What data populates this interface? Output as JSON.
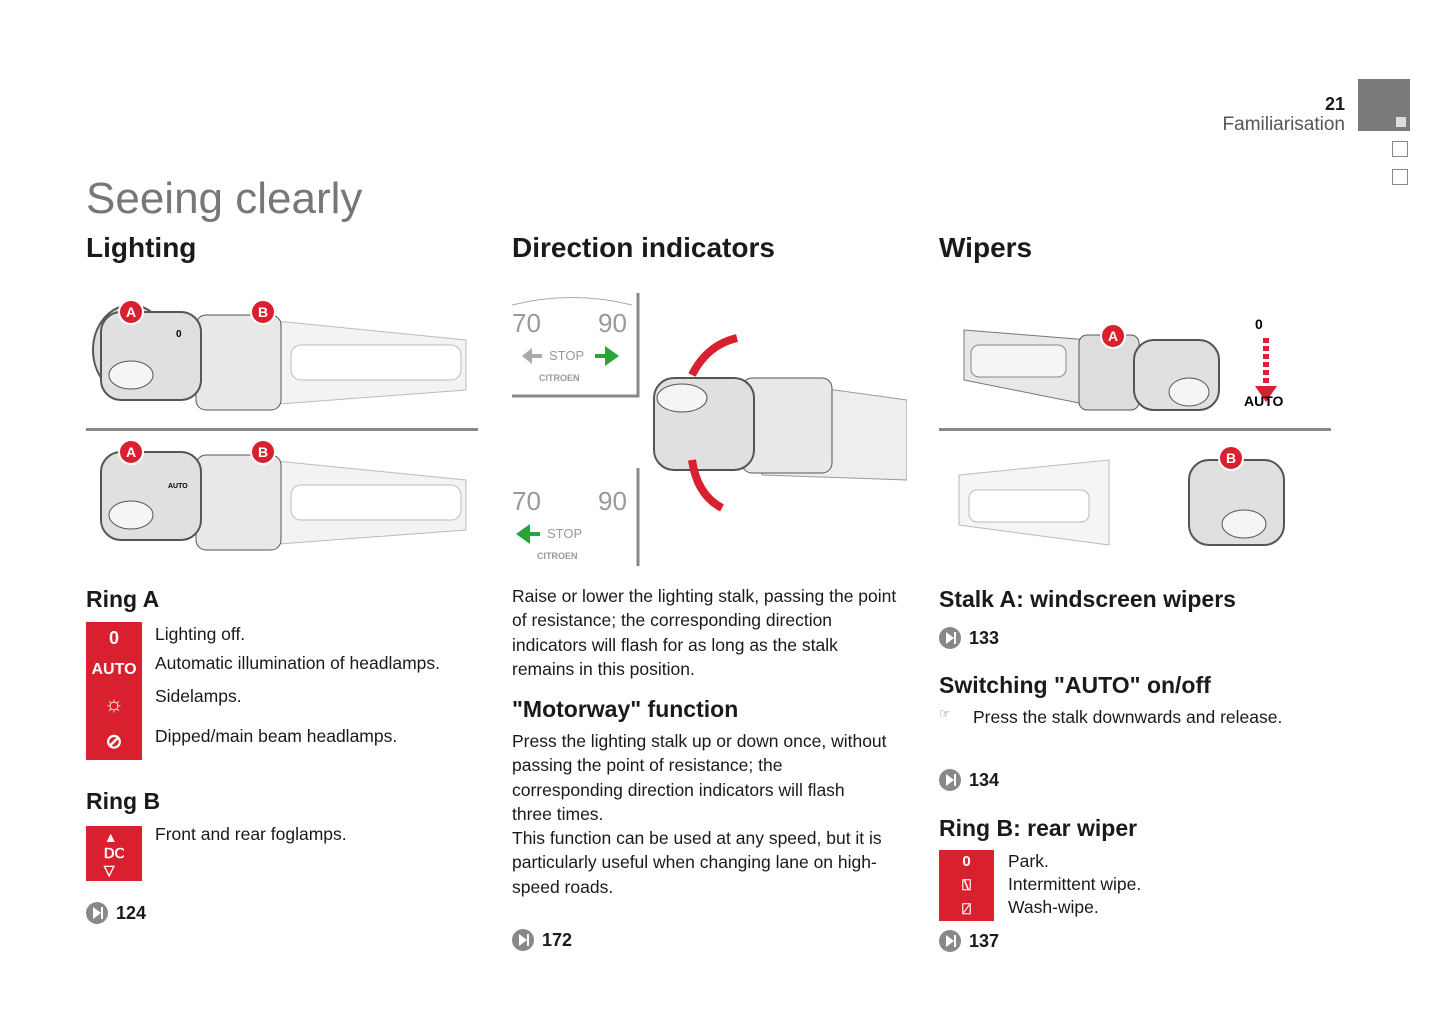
{
  "header": {
    "page_number": "21",
    "chapter": "Familiarisation"
  },
  "title": "Seeing clearly",
  "lighting": {
    "heading": "Lighting",
    "illustration": {
      "label_a": "A",
      "label_b": "B",
      "auto": "AUTO",
      "zero": "0"
    },
    "ring_a": {
      "heading": "Ring A",
      "items": [
        {
          "icon": "0",
          "text": "Lighting off."
        },
        {
          "icon": "AUTO",
          "text": "Automatic illumination of headlamps."
        },
        {
          "icon": "sidelamps-icon",
          "text": "Sidelamps."
        },
        {
          "icon": "headlamps-icon",
          "text": "Dipped/main beam headlamps."
        }
      ]
    },
    "ring_b": {
      "heading": "Ring B",
      "items": [
        {
          "icon": "foglamps-icon",
          "text": "Front and rear foglamps."
        }
      ]
    },
    "ref": "124"
  },
  "direction": {
    "heading": "Direction indicators",
    "illustration": {
      "speed_70": "70",
      "speed_90": "90",
      "stop": "STOP",
      "brand": "CITROEN"
    },
    "body": "Raise or lower the lighting stalk, passing the point of resistance; the corresponding direction indicators will flash for as long as the stalk remains in this position.",
    "motorway_heading": "\"Motorway\" function",
    "motorway_body_1": "Press the lighting stalk up or down once, without passing the point of resistance; the corresponding direction indicators will flash three times.",
    "motorway_body_2": "This function can be used at any speed, but it is particularly useful when changing lane on high-speed roads.",
    "ref": "172"
  },
  "wipers": {
    "heading": "Wipers",
    "illustration": {
      "label_a": "A",
      "label_b": "B",
      "zero": "0",
      "auto": "AUTO"
    },
    "stalk_a_heading": "Stalk A: windscreen wipers",
    "ref_1": "133",
    "auto_heading": "Switching \"AUTO\" on/off",
    "auto_bullet": "Press the stalk downwards and release.",
    "ref_2": "134",
    "ring_b_heading": "Ring B: rear wiper",
    "ring_b_items": [
      {
        "icon": "0",
        "text": "Park."
      },
      {
        "icon": "intermittent-wipe-icon",
        "text": "Intermittent wipe."
      },
      {
        "icon": "wash-wipe-icon",
        "text": "Wash-wipe."
      }
    ],
    "ref_3": "137"
  },
  "colors": {
    "accent_red": "#d9202e",
    "grey": "#888888"
  }
}
